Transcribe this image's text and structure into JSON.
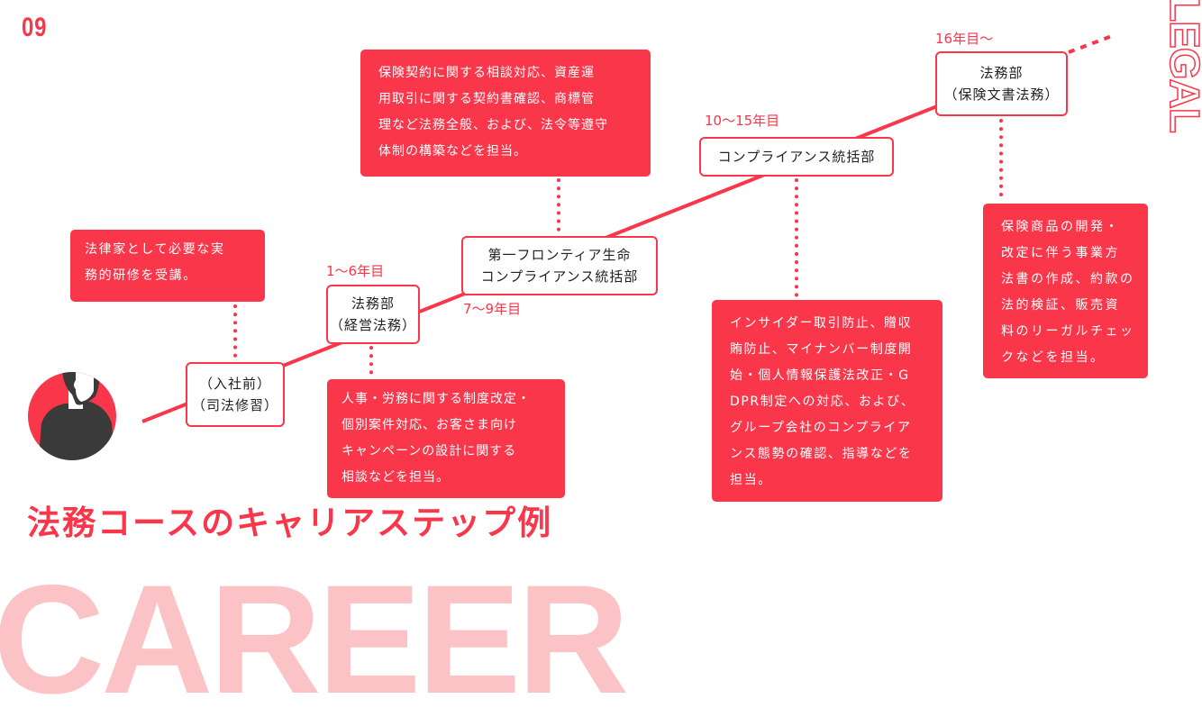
{
  "page_number": "09",
  "side_label": "LEGAL",
  "background_word": "CAREER",
  "title": "法務コースのキャリアステップ例",
  "colors": {
    "accent": "#f9364a",
    "background_word": "#fcc3c6"
  },
  "avatar": {
    "icon": "person-avatar-icon"
  },
  "steps": [
    {
      "lines": [
        "（入社前）",
        "（司法修習）"
      ],
      "year": "",
      "note": [
        "法律家として必要な実",
        "務的研修を受講。"
      ]
    },
    {
      "lines": [
        "法務部",
        "（経営法務）"
      ],
      "year": "1〜6年目",
      "note": [
        "人事・労務に関する制度改定・",
        "個別案件対応、お客さま向け",
        "キャンペーンの設計に関する",
        "相談などを担当。"
      ]
    },
    {
      "lines": [
        "第一フロンティア生命",
        "コンプライアンス統括部"
      ],
      "year": "7〜9年目",
      "note": [
        "保険契約に関する相談対応、資産運",
        "用取引に関する契約書確認、商標管",
        "理など法務全般、および、法令等遵守",
        "体制の構築などを担当。"
      ]
    },
    {
      "lines": [
        "コンプライアンス統括部"
      ],
      "year": "10〜15年目",
      "note": [
        "インサイダー取引防止、贈収",
        "賄防止、マイナンバー制度開",
        "始・個人情報保護法改正・G",
        "DPR制定への対応、および、",
        "グループ会社のコンプライア",
        "ンス態勢の確認、指導などを",
        "担当。"
      ]
    },
    {
      "lines": [
        "法務部",
        "（保険文書法務）"
      ],
      "year": "16年目〜",
      "note": [
        "保険商品の開発・",
        "改定に伴う事業方",
        "法書の作成、約款の",
        "法的検証、販売資",
        "料のリーガルチェッ",
        "クなどを担当。"
      ]
    }
  ]
}
